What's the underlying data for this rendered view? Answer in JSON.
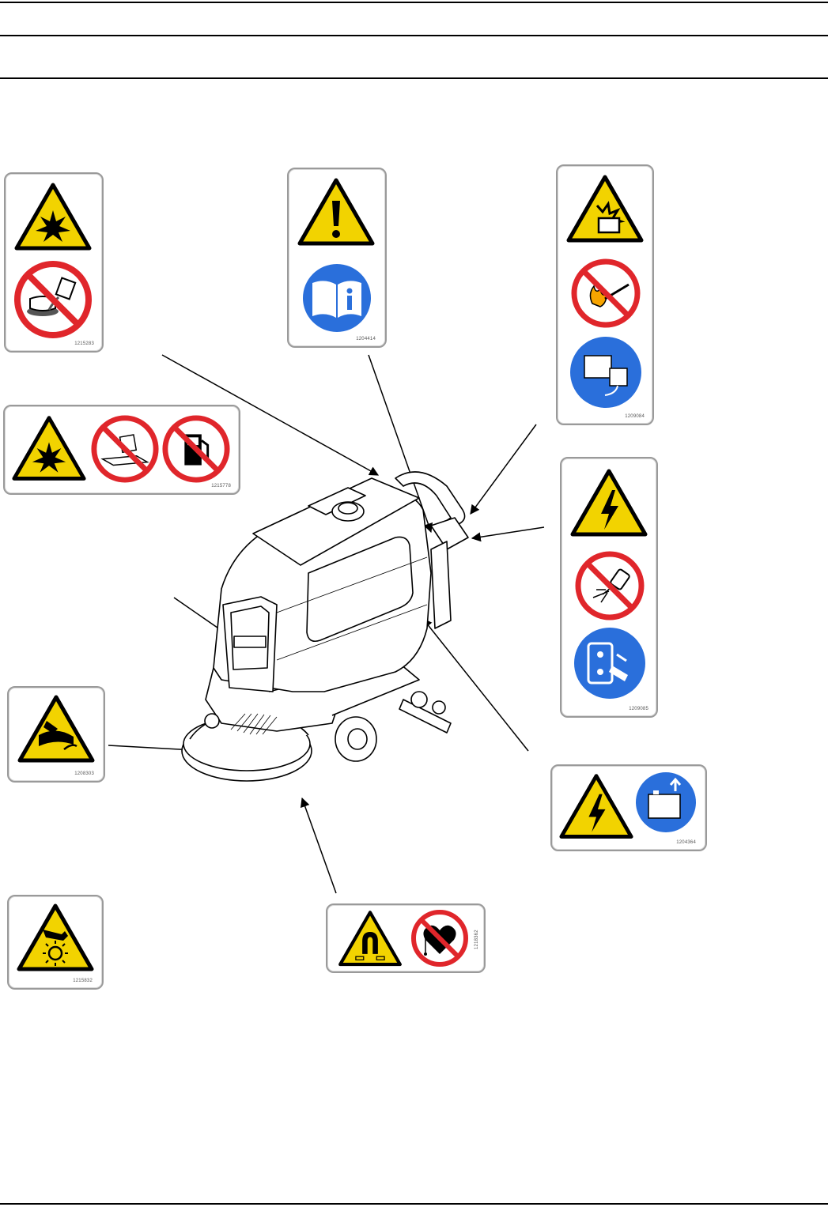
{
  "labels": {
    "fuel_warning": {
      "part_number": "1215283",
      "icons": [
        "explosion-warning-icon",
        "no-flammable-fluid-icon"
      ]
    },
    "read_manual": {
      "part_number": "1204414",
      "icons": [
        "general-warning-icon",
        "read-manual-icon"
      ]
    },
    "battery_explosion": {
      "part_number": "1209084",
      "icons": [
        "battery-explosion-warning-icon",
        "no-open-flame-icon",
        "battery-ventilation-icon"
      ]
    },
    "no_flammables": {
      "part_number": "1215778",
      "icons": [
        "explosion-warning-icon",
        "no-flammable-surface-icon",
        "no-fuel-icon"
      ]
    },
    "electrical_hazard": {
      "part_number": "1209085",
      "icons": [
        "electrical-warning-icon",
        "no-damaged-cord-icon",
        "unplug-cord-icon"
      ]
    },
    "rotating_brush": {
      "part_number": "1208303",
      "icons": [
        "rotating-brush-warning-icon"
      ]
    },
    "battery_disconnect": {
      "part_number": "1204364",
      "icons": [
        "electrical-warning-icon",
        "disconnect-battery-icon"
      ]
    },
    "hand_crush": {
      "part_number": "1215832",
      "icons": [
        "hand-entanglement-warning-icon"
      ]
    },
    "magnet_pacemaker": {
      "part_number": "1218362",
      "icons": [
        "magnetic-field-warning-icon",
        "no-pacemaker-icon"
      ]
    }
  },
  "colors": {
    "warning_yellow": "#f2d300",
    "prohibition_red": "#e0262b",
    "mandatory_blue": "#2a6fdb",
    "outline": "#000000"
  }
}
